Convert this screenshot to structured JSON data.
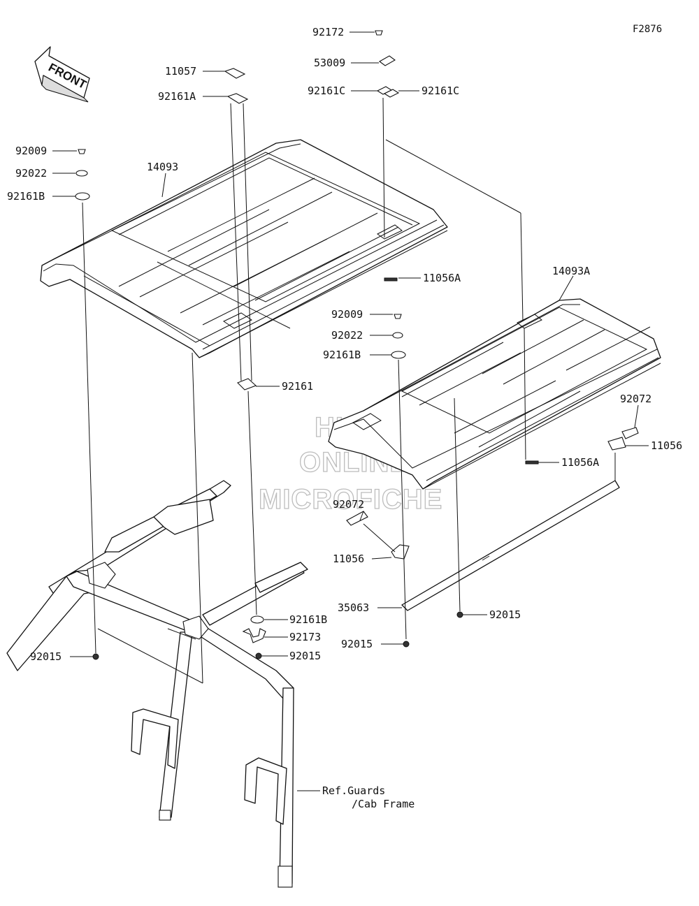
{
  "figure_id": "F2876",
  "front_label": "FRONT",
  "watermark": [
    "HLSM",
    "ONLINE",
    "MICROFICHE"
  ],
  "callouts": {
    "c92172": "92172",
    "c53009": "53009",
    "c92161C_left": "92161C",
    "c92161C_right": "92161C",
    "c11057": "11057",
    "c92161A": "92161A",
    "c92009_left": "92009",
    "c92022_left": "92022",
    "c92161B_left": "92161B",
    "c14093": "14093",
    "c11056A_top": "11056A",
    "c14093A": "14093A",
    "c92009_mid": "92009",
    "c92022_mid": "92022",
    "c92161B_mid": "92161B",
    "c92161": "92161",
    "c92072_right": "92072",
    "c11056_right": "11056",
    "c11056A_mid": "11056A",
    "c92072_left": "92072",
    "c11056_left": "11056",
    "c35063": "35063",
    "c92015_right": "92015",
    "c92015_mid": "92015",
    "c92161B_bottom": "92161B",
    "c92173": "92173",
    "c92015_bottom": "92015",
    "c92015_leftbottom": "92015"
  },
  "reference_note": {
    "line1": "Ref.Guards",
    "line2": "/Cab Frame"
  }
}
